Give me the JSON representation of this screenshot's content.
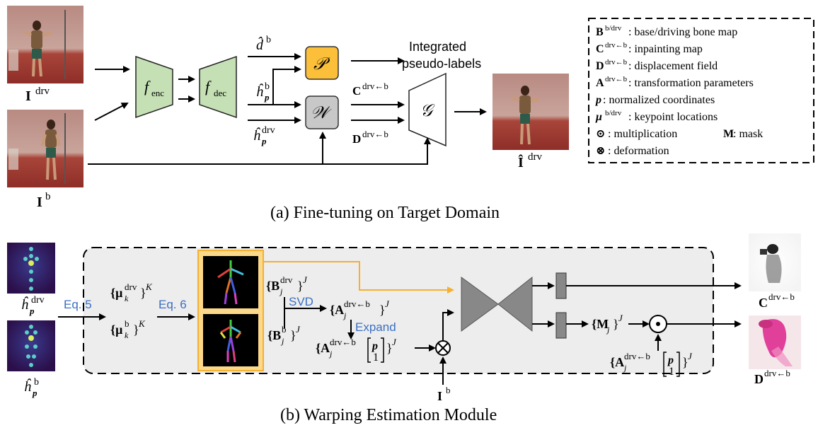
{
  "panel_a": {
    "caption": "(a) Fine-tuning on Target Domain",
    "img_drv_label": "I",
    "img_drv_sup": "drv",
    "img_b_label": "I",
    "img_b_sup": "b",
    "enc_label": "f",
    "enc_sub": "enc",
    "dec_label": "f",
    "dec_sub": "dec",
    "d_hat": "d̂",
    "d_hat_sup": "b",
    "h_hat": "ĥ",
    "h_sub": "p",
    "h_b_sup": "b",
    "h_drv_sup": "drv",
    "P_label": "𝒫",
    "W_label": "𝒲",
    "G_label": "𝒢",
    "integrated_1": "Integrated",
    "integrated_2": "pseudo-labels",
    "C_label": "C",
    "C_sup": "drv←b",
    "D_label": "D",
    "D_sup": "drv←b",
    "out_label": "Î",
    "out_sup": "drv"
  },
  "legend": [
    {
      "sym": "B",
      "sup": "b/drv",
      "text": ": base/driving bone map"
    },
    {
      "sym": "C",
      "sup": "drv←b",
      "text": ": inpainting map"
    },
    {
      "sym": "D",
      "sup": "drv←b",
      "text": ": displacement field"
    },
    {
      "sym": "A",
      "sup": "drv←b",
      "text": ": transformation parameters"
    },
    {
      "sym": "p",
      "sup": "",
      "text": ": normalized coordinates"
    },
    {
      "sym": "μ",
      "sup": "b/drv",
      "text": ": keypoint locations"
    },
    {
      "sym": "⊙",
      "sup": "",
      "text": ": multiplication"
    },
    {
      "sym": "⊗",
      "sup": "",
      "text": ": deformation"
    }
  ],
  "legend_mask": {
    "sym": "M",
    "text": ": mask"
  },
  "panel_b": {
    "caption": "(b) Warping Estimation Module",
    "h_drv": "ĥ",
    "h_drv_sup": "drv",
    "h_b": "ĥ",
    "h_b_sup": "b",
    "h_sub": "p",
    "eq5": "Eq. 5",
    "eq6": "Eq. 6",
    "mu_drv": "{μ",
    "mu_drv_sub": "k",
    "mu_drv_sup": "drv",
    "mu_K": "}",
    "mu_K_sup": "K",
    "mu_b": "{μ",
    "mu_b_sub": "k",
    "mu_b_sup": "b",
    "B_drv": "{B",
    "B_sub": "j",
    "B_drv_sup": "drv",
    "B_J": "}",
    "J_sup": "J",
    "B_b": "{B",
    "B_b_sup": "b",
    "svd": "SVD",
    "expand": "Expand",
    "A_label": "{A",
    "A_sub": "j",
    "A_sup": "drv←b",
    "A_close": "}",
    "vec_p": "p",
    "vec_1": "1",
    "I_b": "I",
    "I_b_sup": "b",
    "M_label": "{M",
    "M_sub": "j",
    "M_close": "}",
    "C_out": "C",
    "C_sup": "drv←b",
    "D_out": "D",
    "D_sup": "drv←b"
  }
}
